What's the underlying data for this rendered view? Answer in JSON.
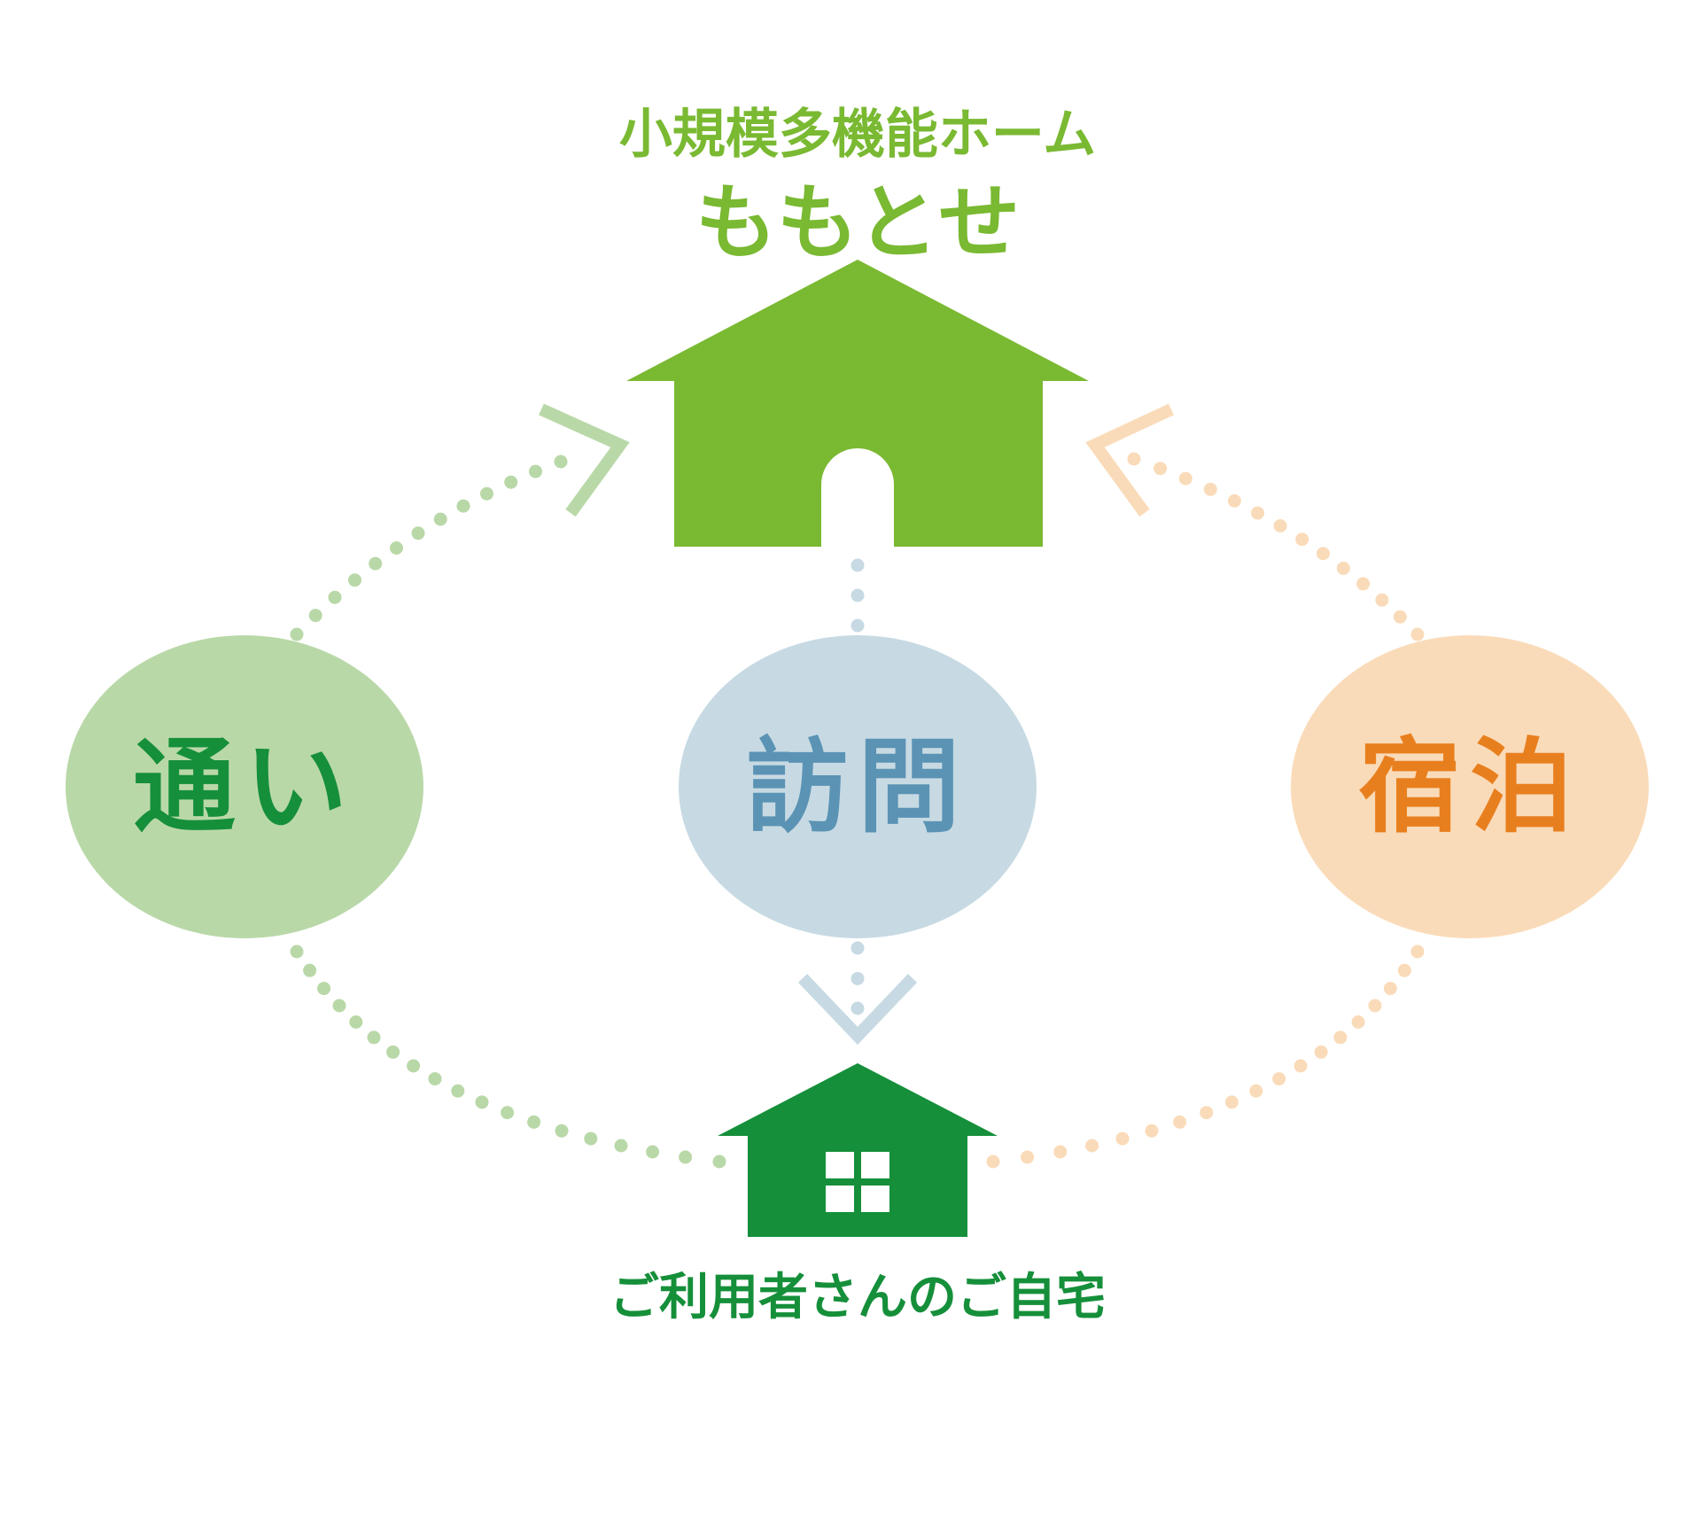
{
  "facility": {
    "subtitle": "小規模多機能ホーム",
    "name": "ももとせ",
    "color": "#7ab932"
  },
  "home": {
    "label": "ご利用者さんのご自宅",
    "color": "#158f3a",
    "window_color": "#ffffff"
  },
  "services": [
    {
      "id": "tsuuí",
      "label": "通い",
      "fill": "#b9d8a8",
      "text_color": "#158f3a",
      "connector_color": "#b9d8a8"
    },
    {
      "id": "houmon",
      "label": "訪問",
      "fill": "#c7dae3",
      "text_color": "#5b93b4",
      "connector_color": "#c7dae3"
    },
    {
      "id": "shukuhaku",
      "label": "宿泊",
      "fill": "#fadbb9",
      "text_color": "#e87f1e",
      "connector_color": "#fadbb9"
    }
  ],
  "icons": {
    "facility": "house-icon",
    "home": "house-with-window-icon",
    "arrow": "chevron-arrow-icon"
  }
}
